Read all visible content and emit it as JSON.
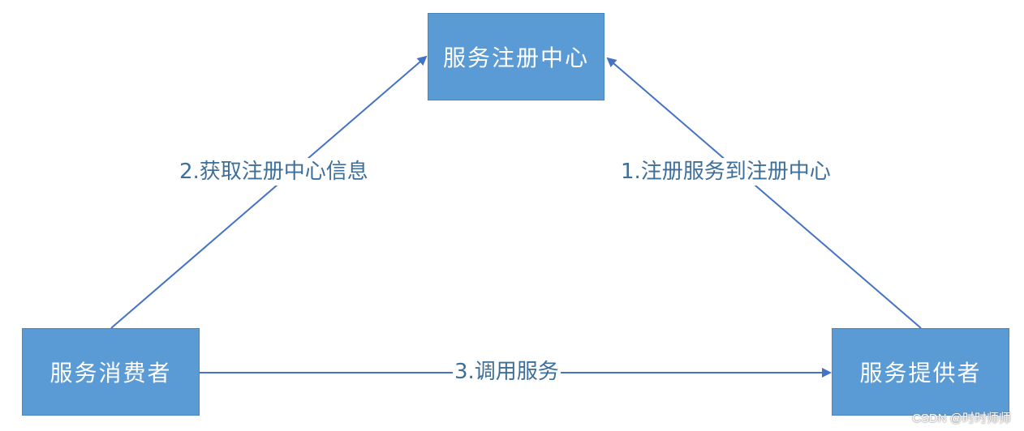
{
  "diagram": {
    "nodes": {
      "registry": "服务注册中心",
      "consumer": "服务消费者",
      "provider": "服务提供者"
    },
    "edges": {
      "register": "1.注册服务到注册中心",
      "get_info": "2.获取注册中心信息",
      "invoke": "3.调用服务"
    },
    "colors": {
      "node_fill": "#5b9bd5",
      "arrow": "#4472c4",
      "label_text": "#3e6f9a"
    }
  },
  "watermark": "CSDN @时时师师"
}
